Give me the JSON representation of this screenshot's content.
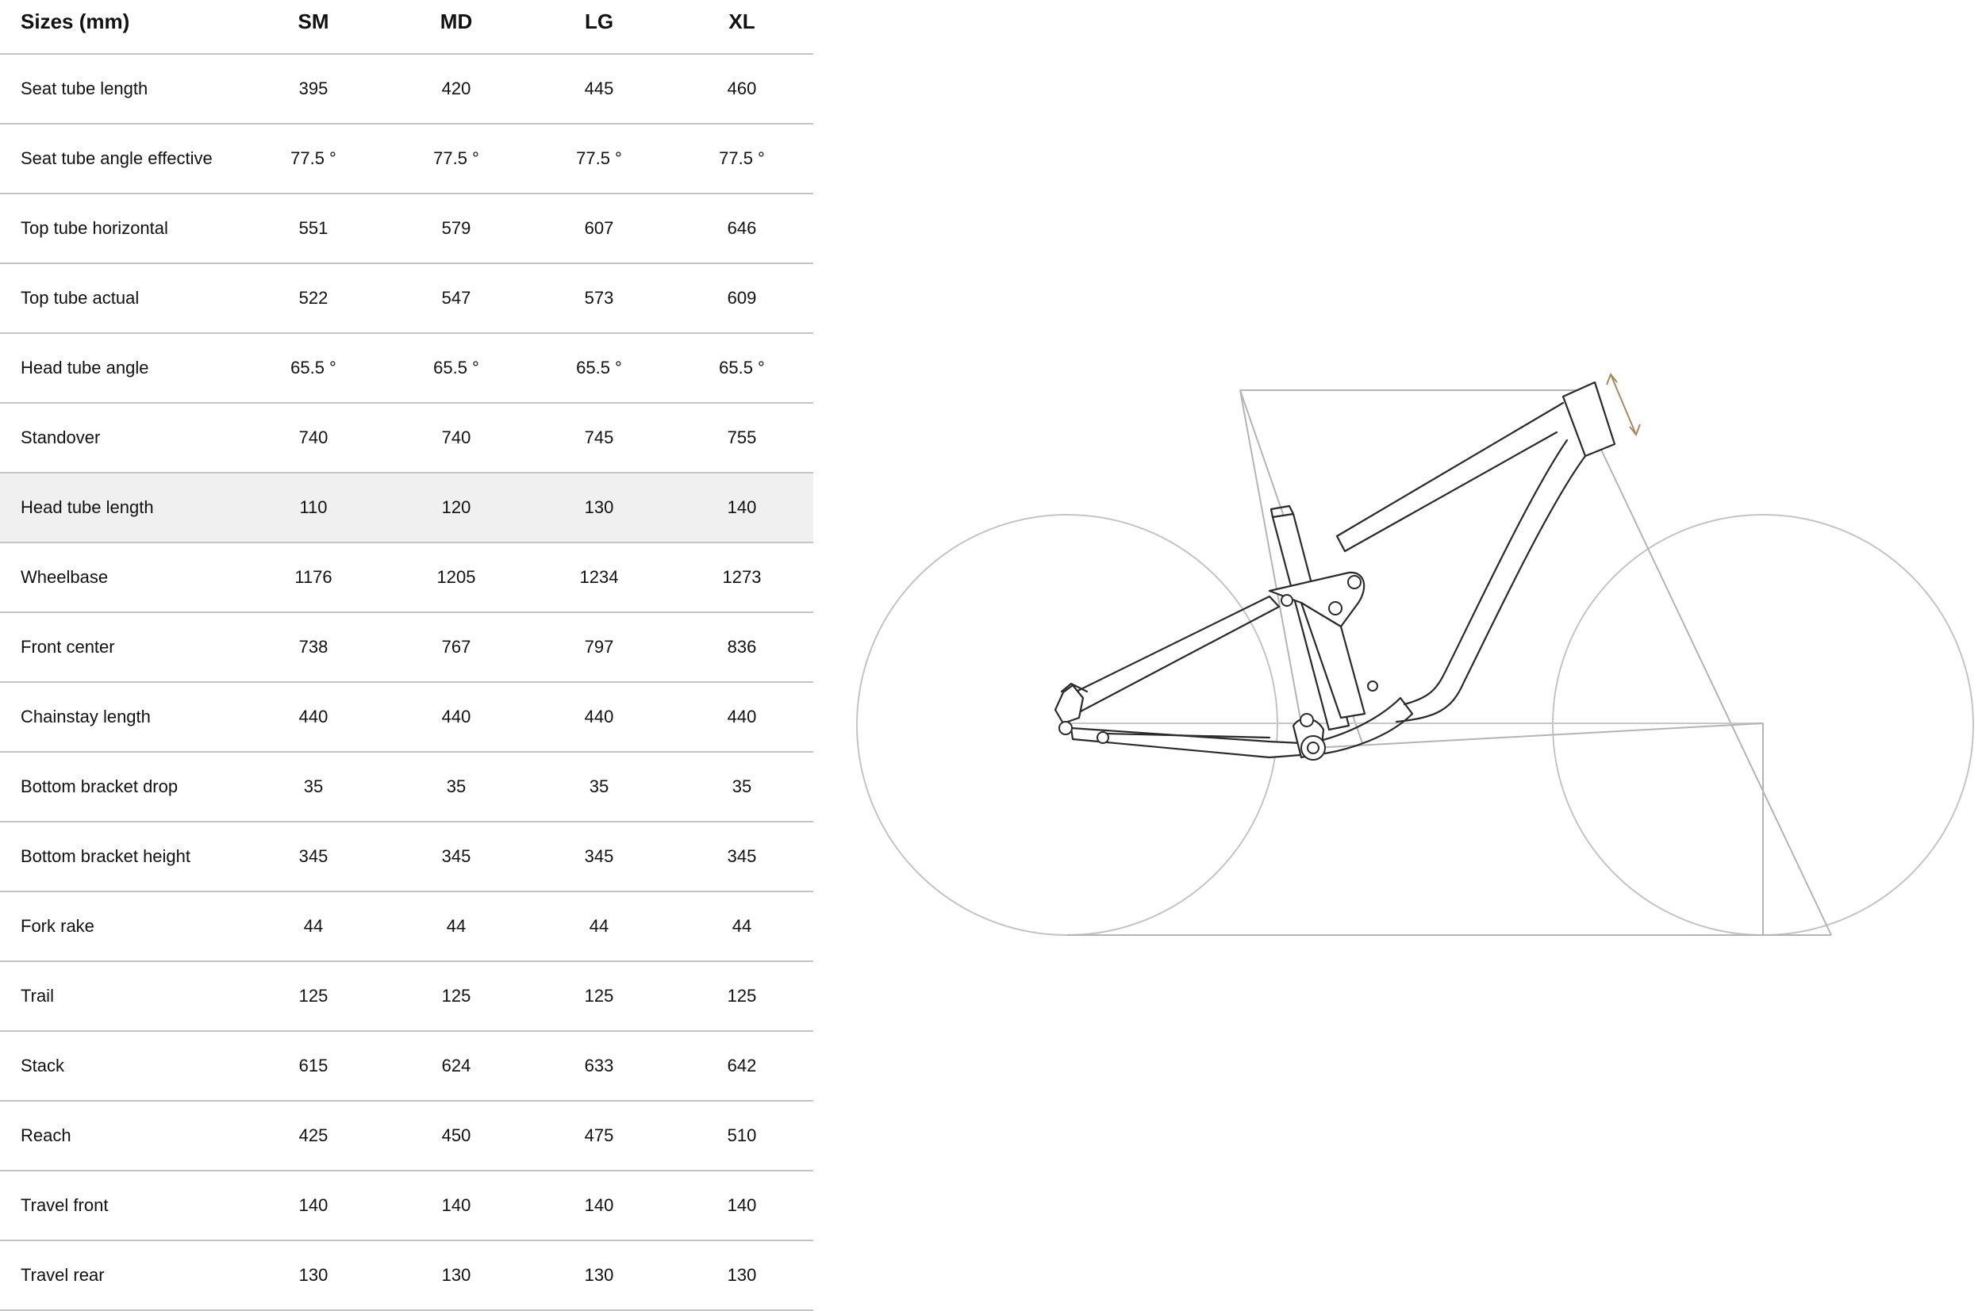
{
  "table": {
    "header": {
      "label": "Sizes (mm)",
      "sizes": [
        "SM",
        "MD",
        "LG",
        "XL"
      ]
    },
    "highlighted_row": "Head tube length",
    "rows": [
      {
        "label": "Seat tube length",
        "values": [
          "395",
          "420",
          "445",
          "460"
        ]
      },
      {
        "label": "Seat tube angle effective",
        "values": [
          "77.5 °",
          "77.5 °",
          "77.5 °",
          "77.5 °"
        ]
      },
      {
        "label": "Top tube horizontal",
        "values": [
          "551",
          "579",
          "607",
          "646"
        ]
      },
      {
        "label": "Top tube actual",
        "values": [
          "522",
          "547",
          "573",
          "609"
        ]
      },
      {
        "label": "Head tube angle",
        "values": [
          "65.5 °",
          "65.5 °",
          "65.5 °",
          "65.5 °"
        ]
      },
      {
        "label": "Standover",
        "values": [
          "740",
          "740",
          "745",
          "755"
        ]
      },
      {
        "label": "Head tube length",
        "values": [
          "110",
          "120",
          "130",
          "140"
        ]
      },
      {
        "label": "Wheelbase",
        "values": [
          "1176",
          "1205",
          "1234",
          "1273"
        ]
      },
      {
        "label": "Front center",
        "values": [
          "738",
          "767",
          "797",
          "836"
        ]
      },
      {
        "label": "Chainstay length",
        "values": [
          "440",
          "440",
          "440",
          "440"
        ]
      },
      {
        "label": "Bottom bracket drop",
        "values": [
          "35",
          "35",
          "35",
          "35"
        ]
      },
      {
        "label": "Bottom bracket height",
        "values": [
          "345",
          "345",
          "345",
          "345"
        ]
      },
      {
        "label": "Fork rake",
        "values": [
          "44",
          "44",
          "44",
          "44"
        ]
      },
      {
        "label": "Trail",
        "values": [
          "125",
          "125",
          "125",
          "125"
        ]
      },
      {
        "label": "Stack",
        "values": [
          "615",
          "624",
          "633",
          "642"
        ]
      },
      {
        "label": "Reach",
        "values": [
          "425",
          "450",
          "475",
          "510"
        ]
      },
      {
        "label": "Travel front",
        "values": [
          "140",
          "140",
          "140",
          "140"
        ]
      },
      {
        "label": "Travel rear",
        "values": [
          "130",
          "130",
          "130",
          "130"
        ]
      }
    ]
  },
  "diagram": {
    "icon": "bike-frame-geometry-icon",
    "colors": {
      "frame": "#2a2a2a",
      "geometry_lines": "#b4b4b4",
      "highlight_arrow": "#a68b62"
    }
  }
}
